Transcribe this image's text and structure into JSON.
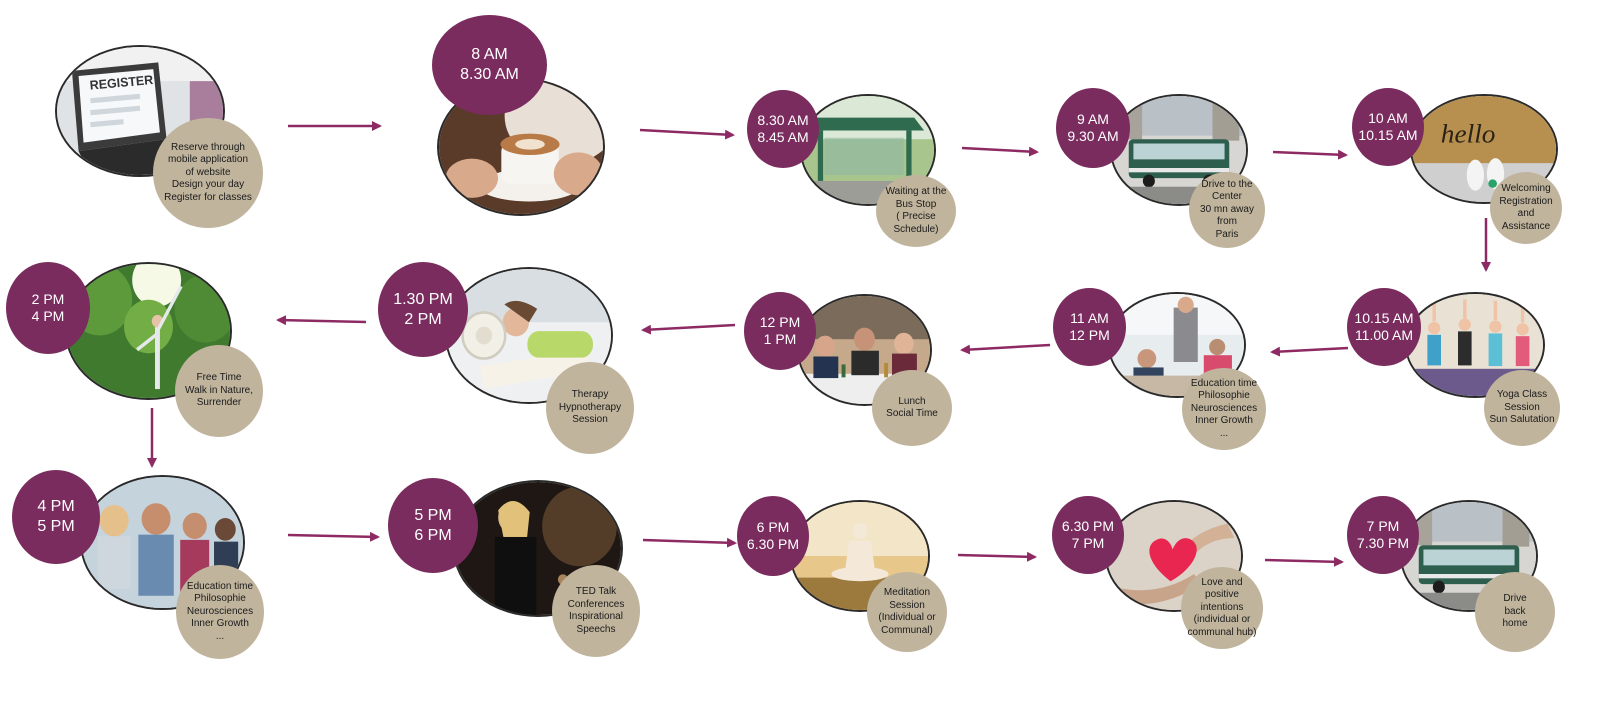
{
  "steps": [
    {
      "id": "register",
      "times": [],
      "caption": [
        "Reserve through",
        "mobile application",
        "of website",
        "Design your day",
        "Register for classes"
      ],
      "photo": "laptop-register-icon",
      "photo_text": "REGISTER"
    },
    {
      "id": "coffee",
      "times": [
        "8 AM",
        "8.30 AM"
      ],
      "caption": [],
      "photo": "coffee-cup-icon"
    },
    {
      "id": "bus-stop",
      "times": [
        "8.30 AM",
        "8.45 AM"
      ],
      "caption": [
        "Waiting at the",
        "Bus Stop",
        "( Precise",
        "Schedule)"
      ],
      "photo": "bus-stop-icon"
    },
    {
      "id": "drive-center",
      "times": [
        "9 AM",
        "9.30 AM"
      ],
      "caption": [
        "Drive to the",
        "Center",
        "30 mn away",
        "from",
        "Paris"
      ],
      "photo": "bus-icon"
    },
    {
      "id": "welcome",
      "times": [
        "10 AM",
        "10.15 AM"
      ],
      "caption": [
        "Welcoming",
        "Registration",
        "and",
        "Assistance"
      ],
      "photo": "doormat-icon",
      "photo_text": "hello"
    },
    {
      "id": "yoga",
      "times": [
        "10.15 AM",
        "11.00 AM"
      ],
      "caption": [
        "Yoga Class",
        "Session",
        "Sun Salutation"
      ],
      "photo": "yoga-class-icon"
    },
    {
      "id": "education-1",
      "times": [
        "11 AM",
        "12 PM"
      ],
      "caption": [
        "Education time",
        "Philosophie",
        "Neurosciences",
        "Inner Growth",
        "..."
      ],
      "photo": "classroom-icon"
    },
    {
      "id": "lunch",
      "times": [
        "12 PM",
        "1 PM"
      ],
      "caption": [
        "Lunch",
        "Social Time"
      ],
      "photo": "lunch-table-icon"
    },
    {
      "id": "therapy",
      "times": [
        "1.30 PM",
        "2 PM"
      ],
      "caption": [
        "Therapy",
        "Hypnotherapy",
        "Session"
      ],
      "photo": "therapy-recline-icon"
    },
    {
      "id": "free-time",
      "times": [
        "2 PM",
        "4 PM"
      ],
      "caption": [
        "Free Time",
        "Walk in Nature,",
        "Surrender"
      ],
      "photo": "forest-icon"
    },
    {
      "id": "education-2",
      "times": [
        "4 PM",
        "5 PM"
      ],
      "caption": [
        "Education time",
        "Philosophie",
        "Neurosciences",
        "Inner Growth",
        "..."
      ],
      "photo": "students-icon"
    },
    {
      "id": "ted-talk",
      "times": [
        "5 PM",
        "6 PM"
      ],
      "caption": [
        "TED Talk",
        "Conferences",
        "Inspirational",
        "Speechs"
      ],
      "photo": "speaker-stage-icon"
    },
    {
      "id": "meditation",
      "times": [
        "6 PM",
        "6.30 PM"
      ],
      "caption": [
        "Meditation",
        "Session",
        "(Individual or",
        "Communal)"
      ],
      "photo": "meditation-icon"
    },
    {
      "id": "love",
      "times": [
        "6.30 PM",
        "7 PM"
      ],
      "caption": [
        "Love and",
        "positive",
        "intentions",
        "(individual or",
        "communal hub)"
      ],
      "photo": "heart-hands-icon"
    },
    {
      "id": "drive-home",
      "times": [
        "7 PM",
        "7.30 PM"
      ],
      "caption": [
        "Drive",
        "back",
        "home"
      ],
      "photo": "bus-icon"
    }
  ],
  "colors": {
    "accent": "#7a2c5e",
    "caption_bg": "#c0b49d",
    "arrow": "#8e2a63"
  }
}
